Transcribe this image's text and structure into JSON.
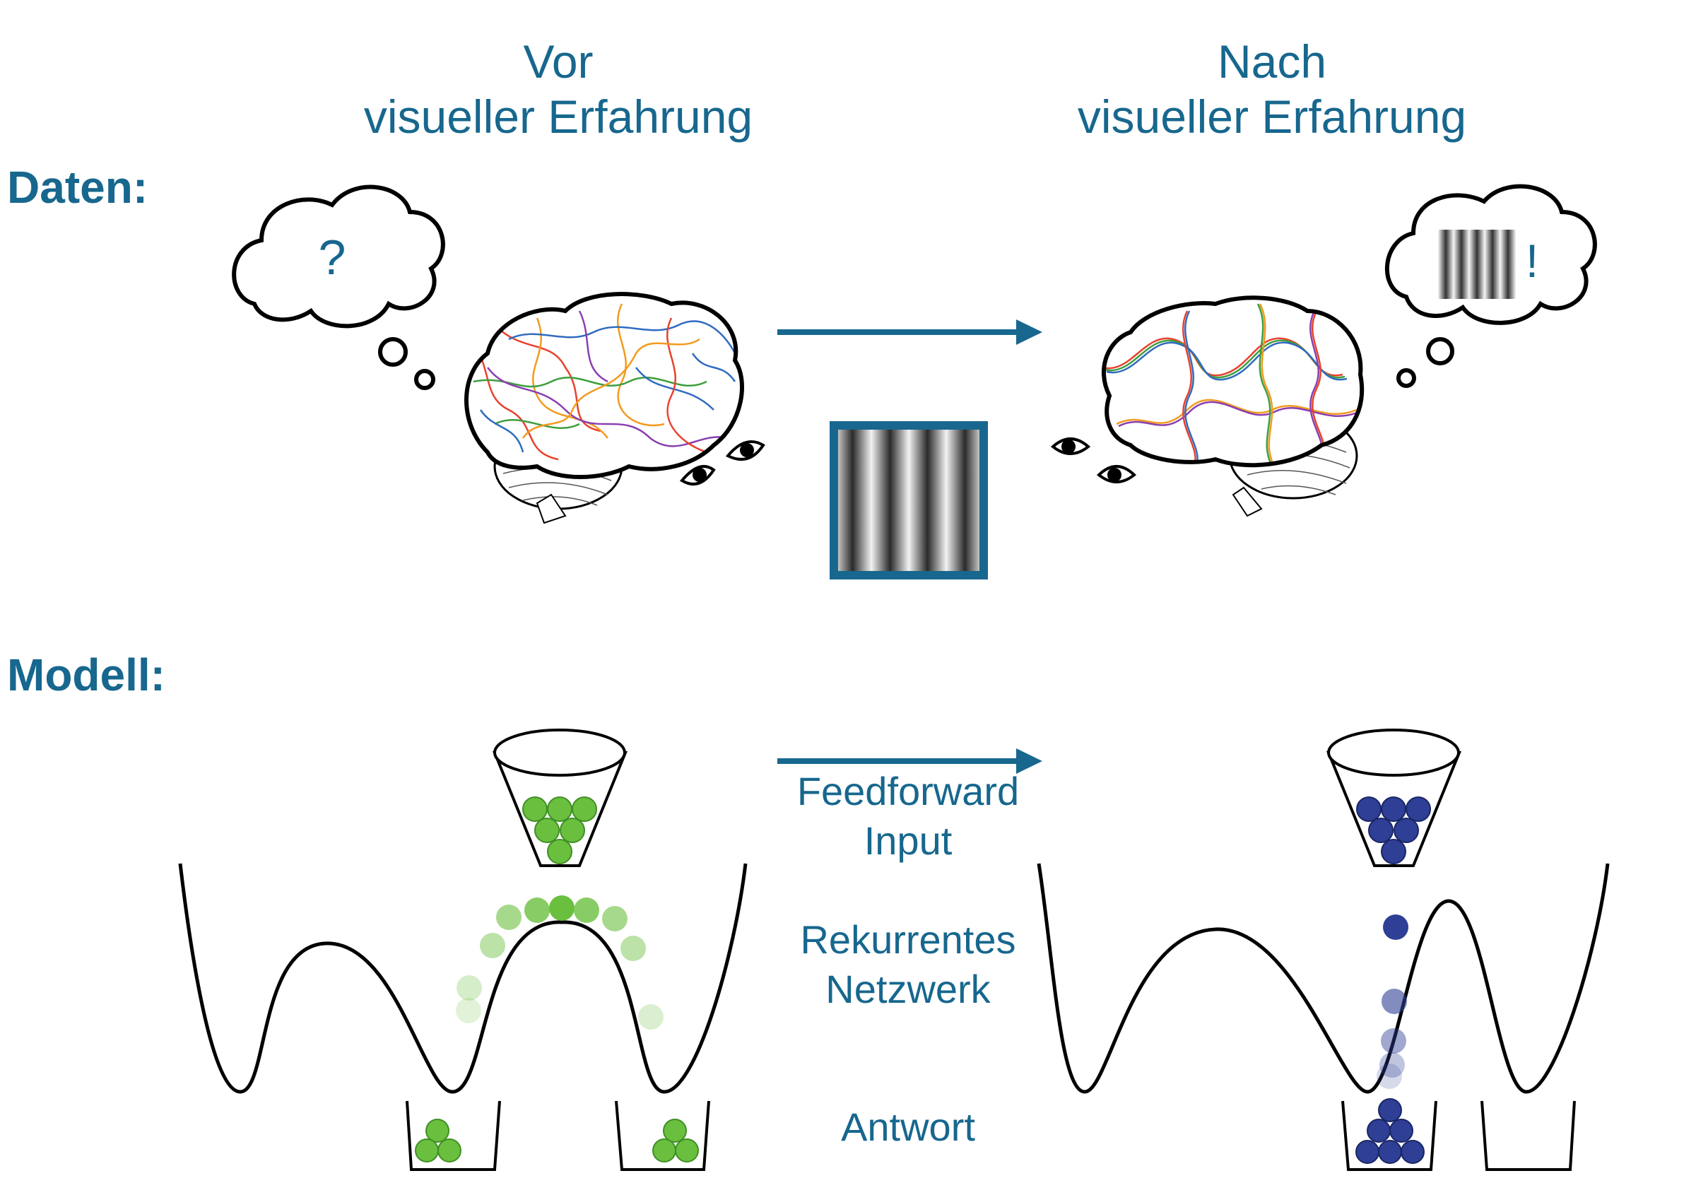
{
  "headings": {
    "before_line1": "Vor",
    "before_line2": "visueller Erfahrung",
    "after_line1": "Nach",
    "after_line2": "visueller Erfahrung"
  },
  "sections": {
    "data": "Daten:",
    "model": "Modell:"
  },
  "thoughts": {
    "before": "?",
    "after": "!"
  },
  "labels": {
    "feedforward_line1": "Feedforward",
    "feedforward_line2": "Input",
    "recurrent_line1": "Rekurrentes",
    "recurrent_line2": "Netzwerk",
    "response": "Antwort"
  },
  "colors": {
    "accent": "#17678e",
    "green_ball": "#6abf3f",
    "blue_ball": "#2e3f95",
    "contour_palette": [
      "#e8412c",
      "#f39a1e",
      "#3e9e3e",
      "#2f6bbf",
      "#8a3fb0"
    ]
  }
}
